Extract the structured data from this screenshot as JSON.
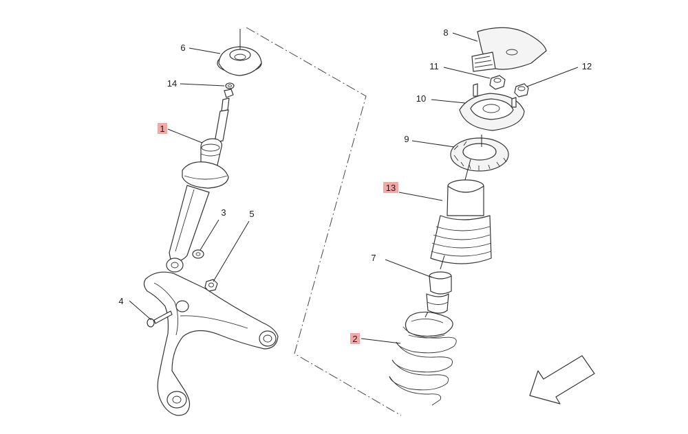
{
  "callouts": [
    {
      "id": "1",
      "label": "1",
      "highlighted": true
    },
    {
      "id": "2",
      "label": "2",
      "highlighted": true
    },
    {
      "id": "3",
      "label": "3",
      "highlighted": false
    },
    {
      "id": "4",
      "label": "4",
      "highlighted": false
    },
    {
      "id": "5",
      "label": "5",
      "highlighted": false
    },
    {
      "id": "6",
      "label": "6",
      "highlighted": false
    },
    {
      "id": "7",
      "label": "7",
      "highlighted": false
    },
    {
      "id": "8",
      "label": "8",
      "highlighted": false
    },
    {
      "id": "9",
      "label": "9",
      "highlighted": false
    },
    {
      "id": "10",
      "label": "10",
      "highlighted": false
    },
    {
      "id": "11",
      "label": "11",
      "highlighted": false
    },
    {
      "id": "12",
      "label": "12",
      "highlighted": false
    },
    {
      "id": "13",
      "label": "13",
      "highlighted": true
    },
    {
      "id": "14",
      "label": "14",
      "highlighted": false
    }
  ],
  "colors": {
    "highlight_fill": "#f4a7a7",
    "line": "#333333",
    "background": "#ffffff"
  },
  "icons": {
    "direction_arrow": "front-direction-arrow-icon"
  }
}
